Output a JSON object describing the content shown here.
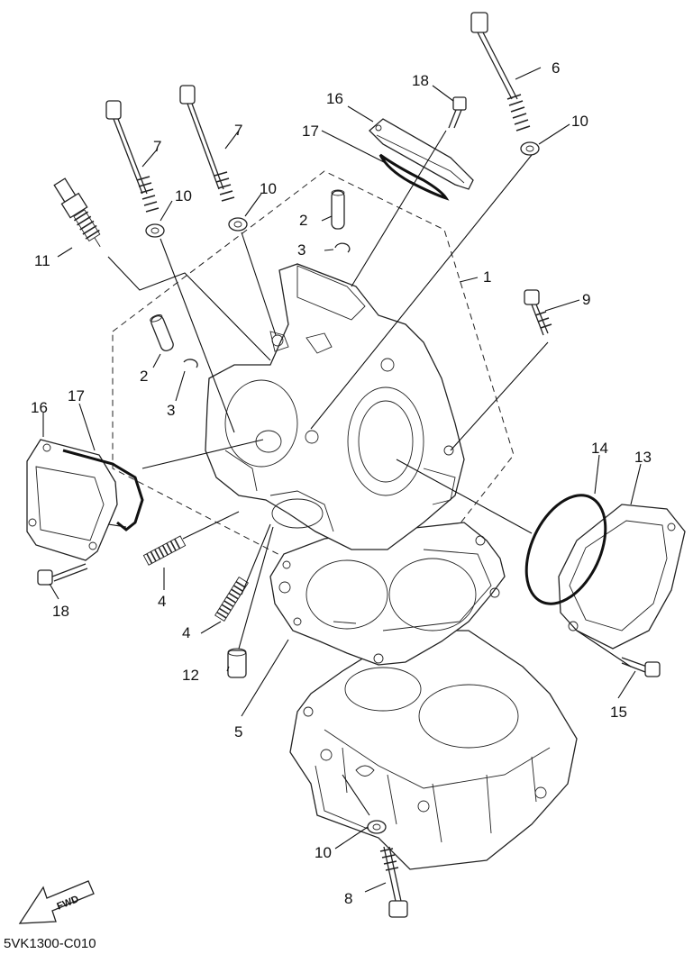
{
  "diagram": {
    "code": "5VK1300-C010",
    "fwd_label": "FWD",
    "callouts": {
      "c1": "1",
      "c2a": "2",
      "c2b": "2",
      "c3a": "3",
      "c3b": "3",
      "c4a": "4",
      "c4b": "4",
      "c5": "5",
      "c6": "6",
      "c7a": "7",
      "c7b": "7",
      "c8": "8",
      "c9": "9",
      "c10a": "10",
      "c10b": "10",
      "c10c": "10",
      "c10d": "10",
      "c11": "11",
      "c12": "12",
      "c13": "13",
      "c14": "14",
      "c15": "15",
      "c16a": "16",
      "c16b": "16",
      "c17a": "17",
      "c17b": "17",
      "c18a": "18",
      "c18b": "18"
    }
  }
}
